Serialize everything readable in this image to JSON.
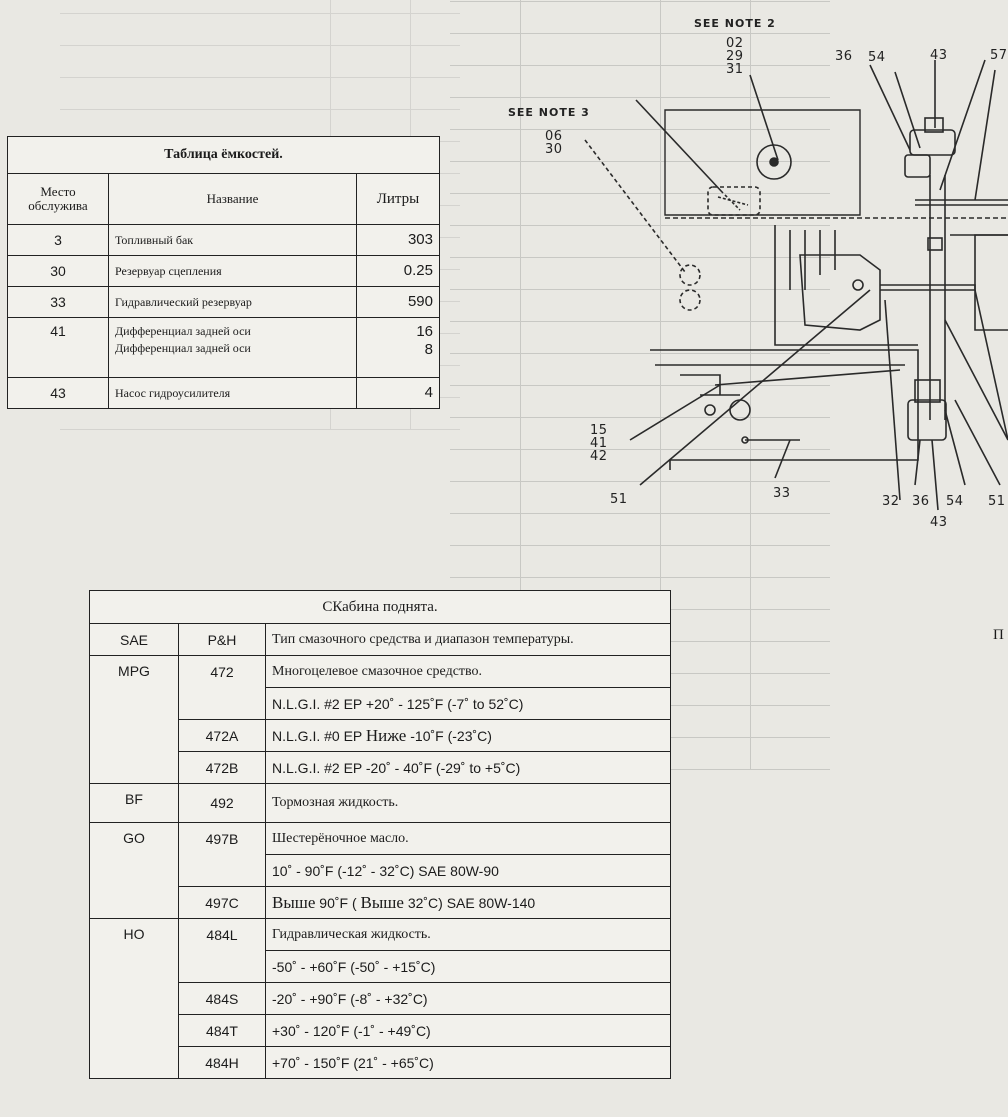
{
  "capacity_table": {
    "title": "Таблица ёмкостей.",
    "headers": {
      "place": "Место обслужива",
      "name": "Название",
      "liters": "Литры"
    },
    "rows": [
      {
        "place": "3",
        "name": "Топливный бак",
        "liters": "303"
      },
      {
        "place": "30",
        "name": "Резервуар сцепления",
        "liters": "0.25"
      },
      {
        "place": "33",
        "name": "Гидравлический резервуар",
        "liters": "590"
      },
      {
        "place": "41",
        "name": "Дифференциал задней оси",
        "name2": "Дифференциал задней оси",
        "liters": "16",
        "liters2": "8"
      },
      {
        "place": "43",
        "name": "Насос гидроусилителя",
        "liters": "4"
      }
    ]
  },
  "lubricant_table": {
    "title": "СКабина поднята.",
    "headers": {
      "sae": "SAE",
      "ph": "P&H",
      "type": "Тип смазочного средства и диапазон температуры."
    },
    "rows": {
      "mpg": {
        "sae": "MPG",
        "ph1": "472",
        "t1": "Многоцелевое смазочное средство.",
        "t2": "N.L.G.I. #2 EP +20˚ - 125˚F (-7˚ to 52˚C)",
        "ph2": "472A",
        "t3_a": "N.L.G.I. #0 EP ",
        "t3_b": "Ниже",
        "t3_c": " -10˚F (-23˚C)",
        "ph3": "472B",
        "t4": "N.L.G.I. #2 EP -20˚ - 40˚F (-29˚ to +5˚C)"
      },
      "bf": {
        "sae": "BF",
        "ph": "492",
        "t": "Тормозная жидкость."
      },
      "go": {
        "sae": "GO",
        "ph1": "497B",
        "t1": "Шестерёночное масло.",
        "t2": "10˚ - 90˚F (-12˚ - 32˚C) SAE 80W-90",
        "ph2": "497C",
        "t3_a": "Выше",
        "t3_b": " 90˚F ( ",
        "t3_c": "Выше",
        "t3_d": " 32˚C) SAE 80W-140"
      },
      "ho": {
        "sae": "HO",
        "ph1": "484L",
        "t1": "Гидравлическая жидкость.",
        "t2": "-50˚ - +60˚F (-50˚ - +15˚C)",
        "ph2": "484S",
        "t3": "-20˚ - +90˚F (-8˚ - +32˚C)",
        "ph3": "484T",
        "t4": "+30˚ - 120˚F (-1˚ - +49˚C)",
        "ph4": "484H",
        "t5": "+70˚ - 150˚F (21˚ - +65˚C)"
      }
    }
  },
  "diagram": {
    "note2": "SEE NOTE 2",
    "note2_nums": [
      "02",
      "29",
      "31"
    ],
    "note3": "SEE NOTE 3",
    "note3_nums": [
      "06",
      "30"
    ],
    "top_labels": [
      "36",
      "54",
      "43",
      "57"
    ],
    "left_labels": [
      "15",
      "41",
      "42"
    ],
    "bottom_labels": [
      "51",
      "33",
      "32",
      "36",
      "54",
      "51",
      "43"
    ],
    "edge_char": "П"
  },
  "colors": {
    "paper": "#e9e8e3",
    "ink": "#1b1b1b"
  }
}
